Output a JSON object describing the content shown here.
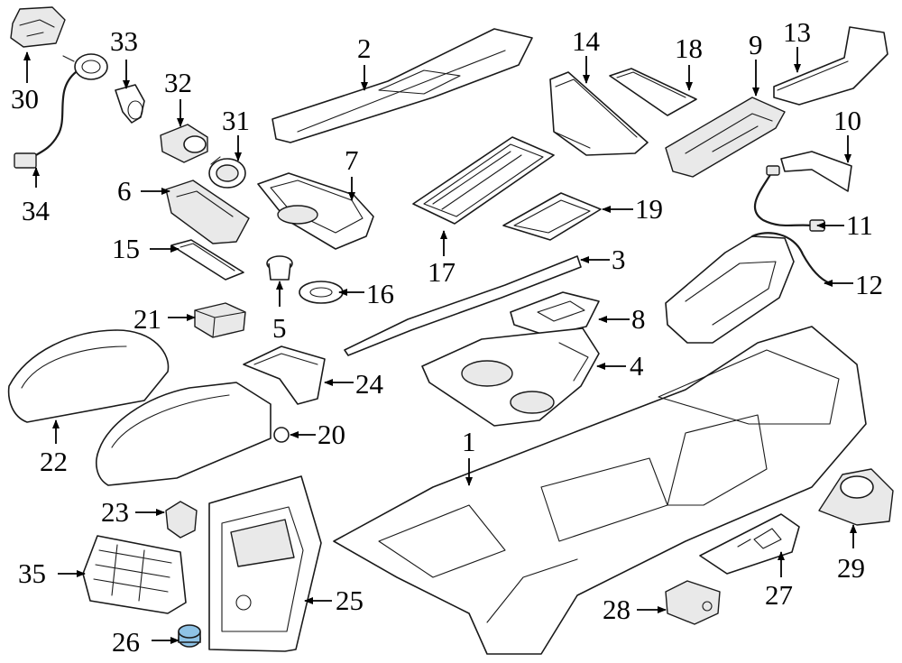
{
  "callouts": {
    "c1": "1",
    "c2": "2",
    "c3": "3",
    "c4": "4",
    "c5": "5",
    "c6": "6",
    "c7": "7",
    "c8": "8",
    "c9": "9",
    "c10": "10",
    "c11": "11",
    "c12": "12",
    "c13": "13",
    "c14": "14",
    "c15": "15",
    "c16": "16",
    "c17": "17",
    "c18": "18",
    "c19": "19",
    "c20": "20",
    "c21": "21",
    "c22": "22",
    "c23": "23",
    "c24": "24",
    "c25": "25",
    "c26": "26",
    "c27": "27",
    "c28": "28",
    "c29": "29",
    "c30": "30",
    "c31": "31",
    "c32": "32",
    "c33": "33",
    "c34": "34",
    "c35": "35"
  },
  "colors": {
    "line": "#1a1a1a",
    "highlight": "#8fc3e6",
    "background": "#ffffff"
  }
}
